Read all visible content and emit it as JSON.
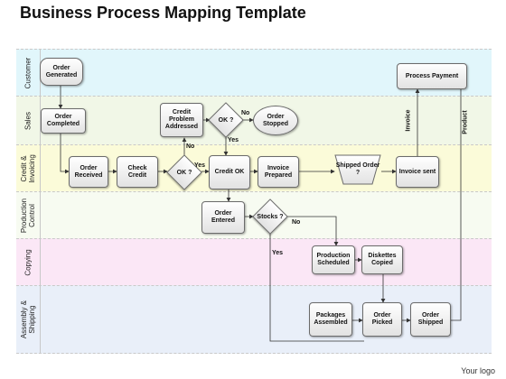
{
  "title": "Business Process Mapping Template",
  "logo": "Your logo",
  "lanes": [
    {
      "label": "Customer",
      "color": "#e1f6fb"
    },
    {
      "label": "Sales",
      "color": "#f1f7e7"
    },
    {
      "label": "Credit & Invoicing",
      "color": "#fbfbd9"
    },
    {
      "label": "Production Control",
      "color": "#f7fbf1"
    },
    {
      "label": "Copying",
      "color": "#fbe7f6"
    },
    {
      "label": "Assembly & Shipping",
      "color": "#e9eff9"
    }
  ],
  "nodes": {
    "order_generated": "Order Generated",
    "order_completed": "Order Completed",
    "credit_problem_addressed": "Credit Problem Addressed",
    "ok_sales": "OK ?",
    "order_stopped": "Order Stopped",
    "order_received": "Order Received",
    "check_credit": "Check Credit",
    "ok_credit": "OK ?",
    "credit_ok": "Credit OK",
    "invoice_prepared": "Invoice Prepared",
    "shipped_order": "Shipped Order ?",
    "invoice_sent": "Invoice sent",
    "process_payment": "Process Payment",
    "order_entered": "Order Entered",
    "stocks": "Stocks ?",
    "production_scheduled": "Production Scheduled",
    "diskettes_copied": "Diskettes Copied",
    "packages_assembled": "Packages Assembled",
    "order_picked": "Order Picked",
    "order_shipped": "Order Shipped"
  },
  "edge_labels": {
    "no_1": "No",
    "yes_1": "Yes",
    "no_2": "No",
    "yes_2": "Yes",
    "no_3": "No",
    "yes_3": "Yes",
    "invoice": "Invoice",
    "product": "Product"
  }
}
